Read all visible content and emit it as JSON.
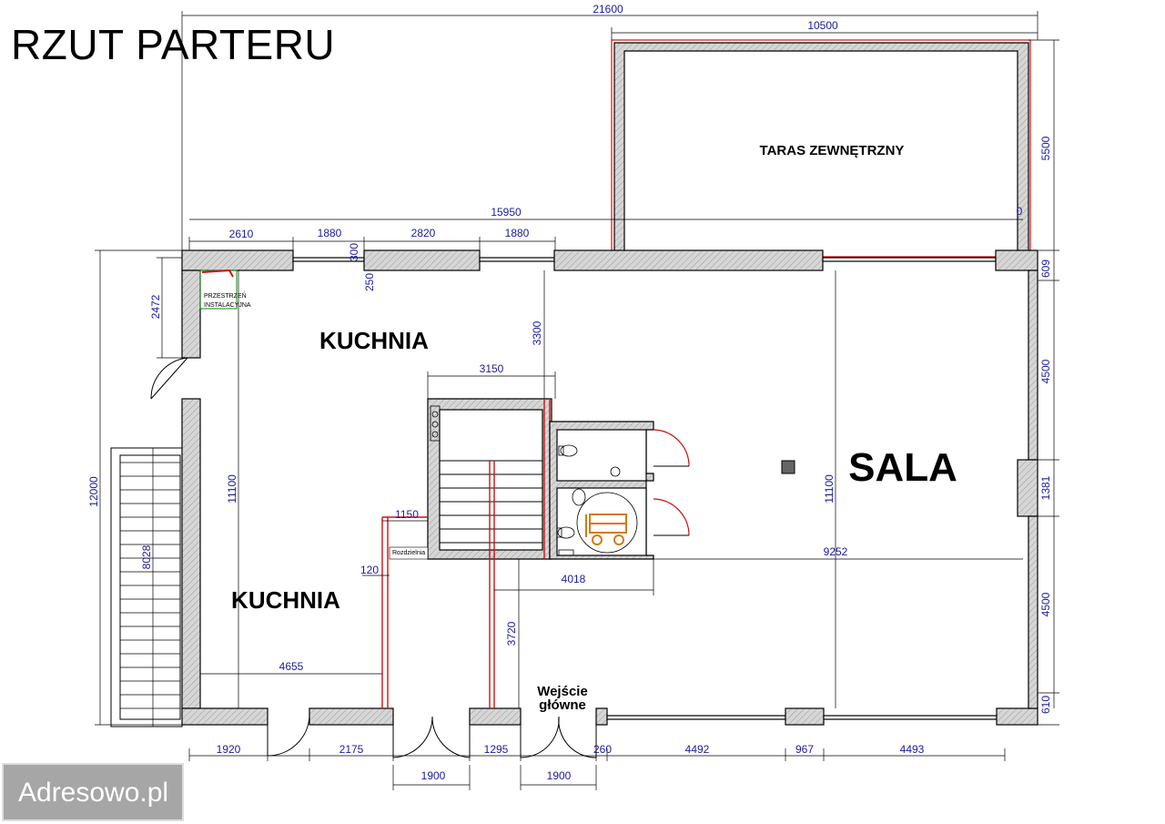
{
  "title": "RZUT PARTERU",
  "watermark": "Adresowo.pl",
  "rooms": {
    "kitchen_top": "KUCHNIA",
    "kitchen_bottom": "KUCHNIA",
    "hall": "SALA",
    "terrace": "TARAS ZEWNĘTRZNY",
    "entrance_line1": "Wejście",
    "entrance_line2": "główne",
    "install_line1": "PRZESTRZEŃ",
    "install_line2": "INSTALACYJNA",
    "switchboard": "Rozdzielnia"
  },
  "dimensions": {
    "total_width": "21600",
    "terrace_width": "10500",
    "terrace_depth": "5500",
    "inner_width": "15950",
    "top_seg1": "2610",
    "top_seg2": "1880",
    "top_seg3": "2820",
    "top_seg4": "1880",
    "sill_300": "300",
    "sill_250": "250",
    "left_2472": "2472",
    "stair_3300": "3300",
    "stair_3150": "3150",
    "total_depth": "12000",
    "inner_depth_left": "11100",
    "inner_depth_right": "11100",
    "ext_stair": "8028",
    "dim_1150": "1150",
    "dim_120": "120",
    "dim_4655": "4655",
    "dim_4018": "4018",
    "dim_9252": "9252",
    "dim_3720": "3720",
    "right_609": "609",
    "right_4500a": "4500",
    "right_1381": "1381",
    "right_4500b": "4500",
    "right_610": "610",
    "bot_1920": "1920",
    "bot_2175": "2175",
    "bot_1295": "1295",
    "bot_260": "260",
    "bot_4492a": "4492",
    "bot_967": "967",
    "bot_4493": "4493",
    "door_1900a": "1900",
    "door_1900b": "1900",
    "right_terrace_small": "0"
  },
  "colors": {
    "wall_fill": "#cfcfcf",
    "wall_line": "#000000",
    "dimension": "#1a1aa0",
    "new_wall": "#d01010",
    "fixture_accent": "#d27a14"
  }
}
